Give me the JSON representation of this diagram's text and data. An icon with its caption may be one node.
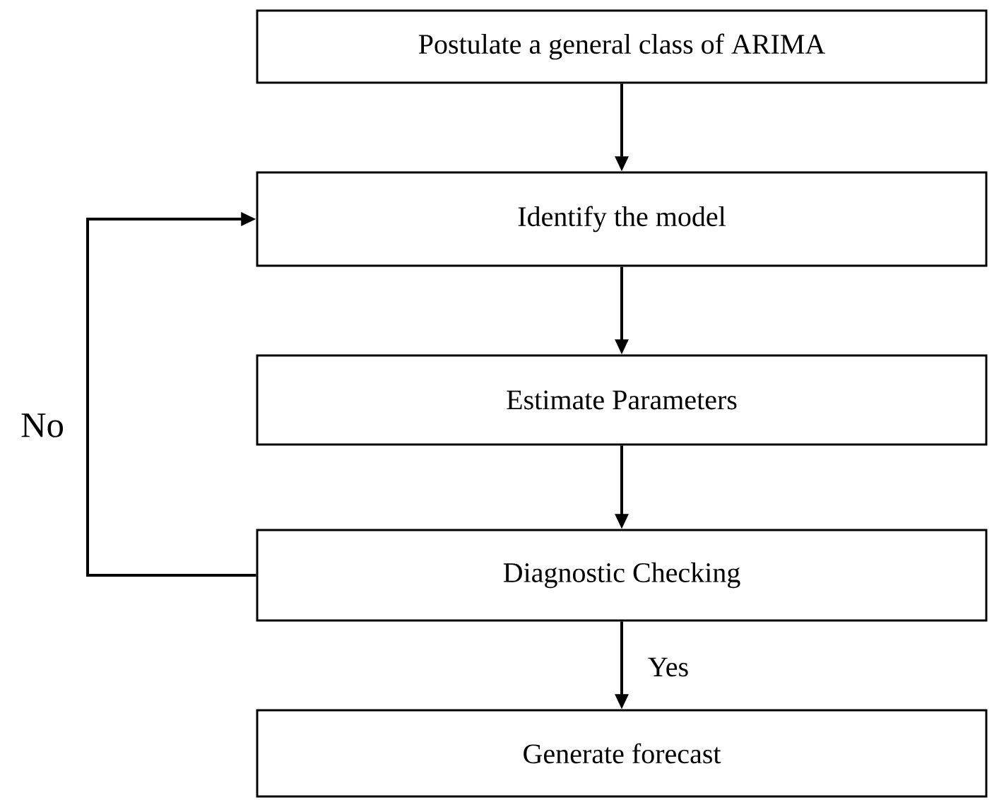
{
  "diagram": {
    "nodes": [
      {
        "text": [
          "Postulate a general class of ARIMA"
        ]
      },
      {
        "text": [
          "Identify the model"
        ]
      },
      {
        "text": [
          "Estimate Parameters"
        ]
      },
      {
        "text": [
          "Diagnostic Checking"
        ]
      },
      {
        "text": [
          "Generate forecast"
        ]
      }
    ],
    "edges": [
      {
        "from": 0,
        "to": 1,
        "arrow": "to"
      },
      {
        "from": 1,
        "to": 2,
        "arrow": "to"
      },
      {
        "from": 2,
        "to": 3,
        "arrow": "to"
      },
      {
        "from": 3,
        "to": 4,
        "arrow": "to",
        "label": "Yes"
      },
      {
        "from": 3,
        "to": 1,
        "arrow": "to",
        "label": "No"
      }
    ]
  }
}
